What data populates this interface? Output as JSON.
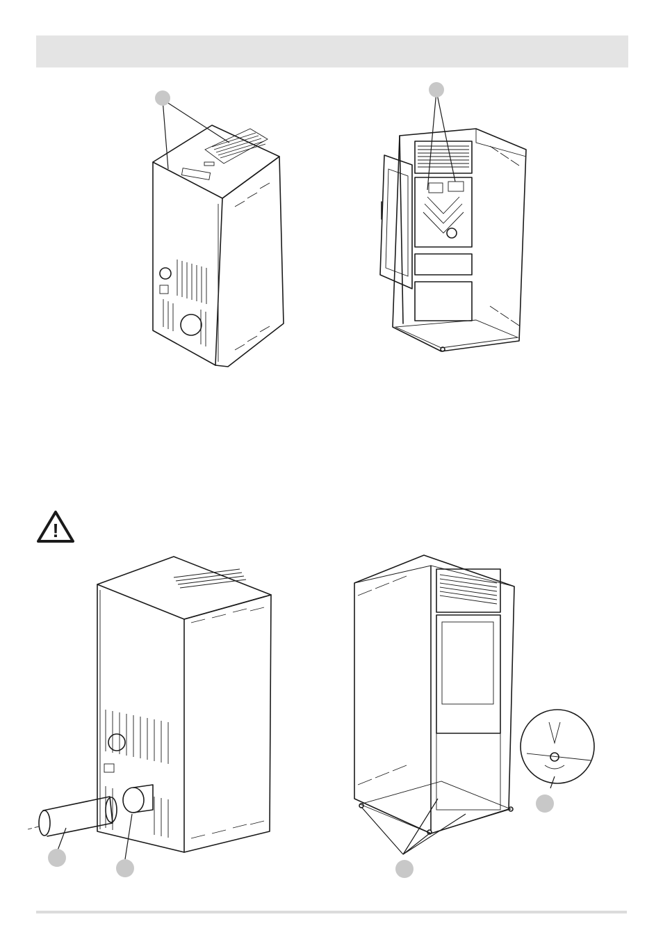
{
  "page": {
    "header_band": "",
    "colors": {
      "header_band": "#e4e4e4",
      "footer_rule": "#dcdcdc",
      "line": "#1a1a1a",
      "callout": "#c8c8c8"
    }
  },
  "figures": [
    {
      "id": "stove-rear-top",
      "icon": "pellet-stove-rear-view",
      "callouts": 1
    },
    {
      "id": "stove-front-open-door",
      "icon": "pellet-stove-open-door",
      "callouts": 1
    },
    {
      "id": "stove-rear-flue-pipe",
      "icon": "pellet-stove-flue-connection",
      "callouts": 2
    },
    {
      "id": "stove-front-feet",
      "icon": "pellet-stove-adjustable-feet",
      "callouts": 2
    }
  ],
  "warning": {
    "icon": "warning-triangle-icon",
    "symbol": "!"
  }
}
